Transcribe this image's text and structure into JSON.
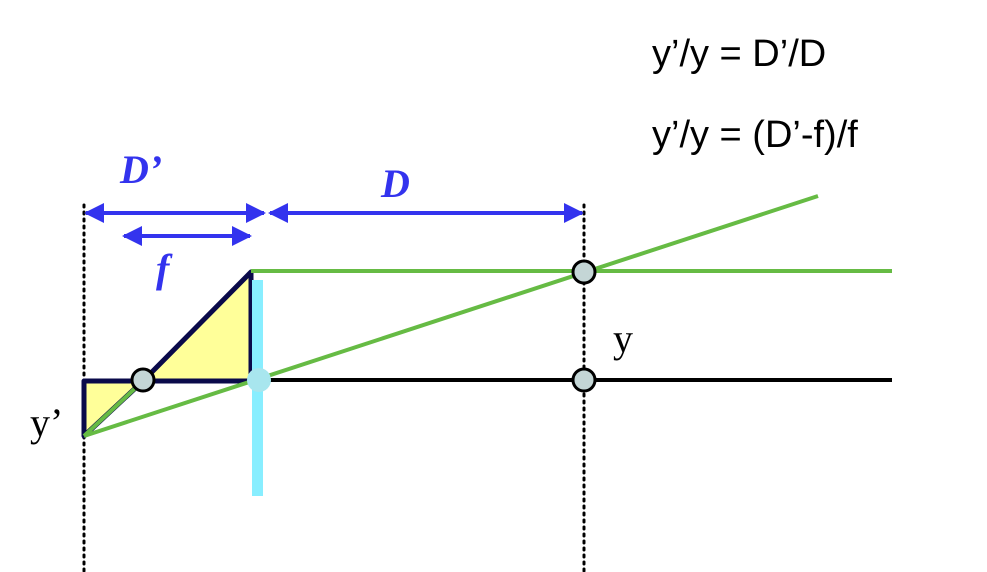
{
  "equations": {
    "eq1": "y’/y = D’/D",
    "eq2": "y’/y = (D’-f)/f"
  },
  "labels": {
    "d_prime": "D’",
    "d": "D",
    "f": "f",
    "y": "y",
    "y_prime": "y’"
  },
  "colors": {
    "dimension": "#3333ee",
    "ray": "#66bb44",
    "axis": "#000000",
    "lens": "#88eeff",
    "triangle_fill": "#ffff99",
    "triangle_stroke": "#0a0a4a",
    "point_fill": "#c4d6d6",
    "lens_center_fill": "#a8e6ee"
  }
}
